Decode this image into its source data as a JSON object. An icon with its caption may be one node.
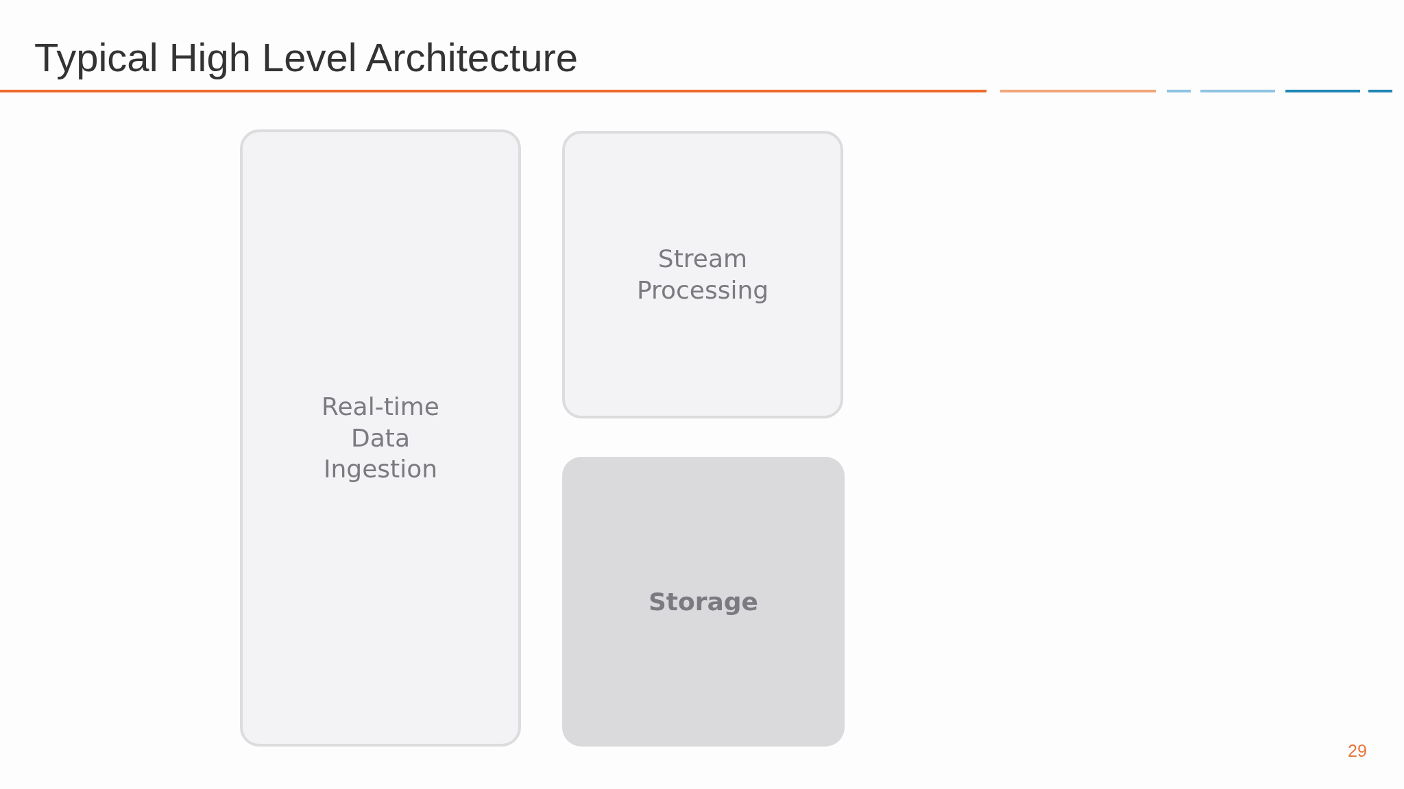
{
  "diagram": {
    "title": "Typical High Level Architecture",
    "nodes": [
      {
        "text": [
          "Real-time Data Ingestion"
        ]
      },
      {
        "text": [
          "Stream Processing"
        ]
      },
      {
        "text": [
          "Storage"
        ]
      }
    ],
    "labels": [
      "29"
    ]
  }
}
